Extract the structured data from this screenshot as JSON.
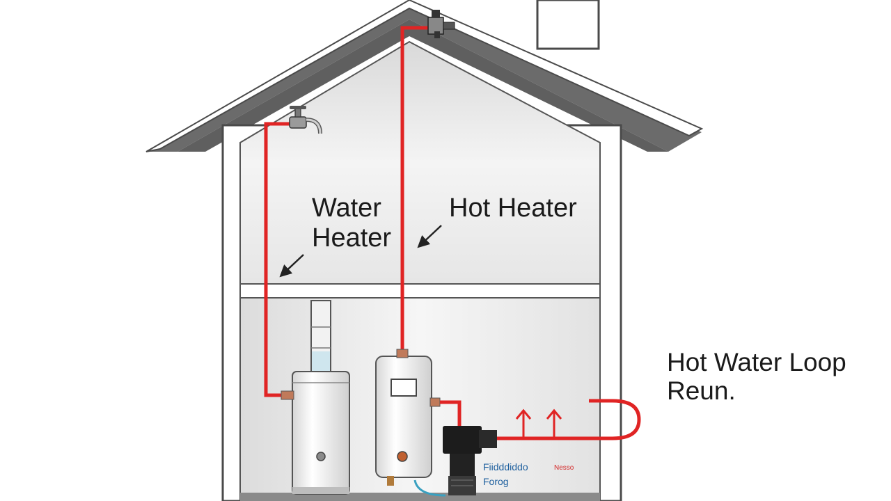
{
  "labels": {
    "water_heater_line1": "Water",
    "water_heater_line2": "Heater",
    "hot_heater": "Hot Heater",
    "loop_line1": "Hot Water Loop",
    "loop_line2": "Reun.",
    "pump_line1": "Fiidddiddo",
    "pump_line2": "Forog",
    "pump_tag": "Nesso"
  },
  "colors": {
    "pipe_hot": "#e02424",
    "pipe_cold": "#3aa0c0",
    "wall_outline": "#4a4a4a",
    "roof_shade": "#6b6b6b",
    "interior": "#ececec",
    "pump_body": "#1c1c1c"
  },
  "icons": [
    "faucet-icon",
    "valve-icon",
    "pump-icon",
    "arrow-icon"
  ]
}
